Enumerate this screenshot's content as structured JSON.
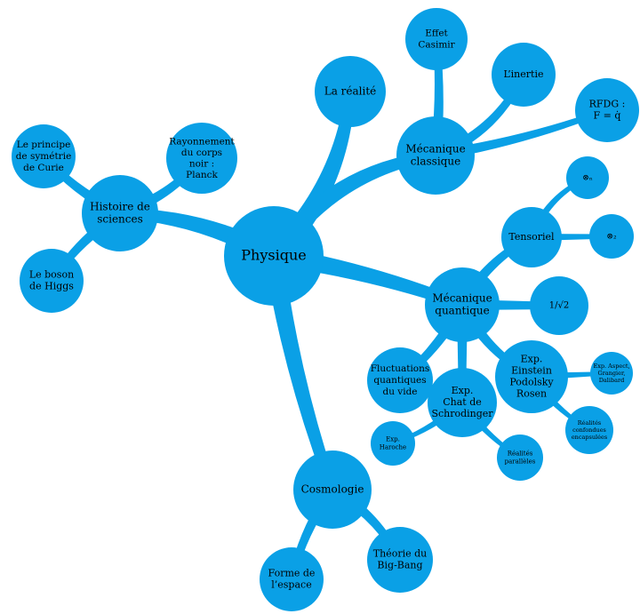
{
  "colors": {
    "node": "#0aa0e6",
    "background": "#ffffff",
    "text": "#000000"
  },
  "mindmap": {
    "root": "Physique",
    "nodes": {
      "physique": [
        "Physique"
      ],
      "realite": [
        "La réalité"
      ],
      "mecanique_classique": [
        "Mécanique",
        "classique"
      ],
      "effet_casimir": [
        "Effet",
        "Casimir"
      ],
      "inertie": [
        "L’inertie"
      ],
      "rfdg": [
        "RFDG :",
        "F = q̇"
      ],
      "histoire": [
        "Histoire de",
        "sciences"
      ],
      "curie": [
        "Le principe",
        "de symétrie",
        "de Curie"
      ],
      "planck": [
        "Rayonnement",
        "du corps",
        "noir :",
        "Planck"
      ],
      "higgs": [
        "Le boson",
        "de Higgs"
      ],
      "mecanique_quantique": [
        "Mécanique",
        "quantique"
      ],
      "tensoriel": [
        "Tensoriel"
      ],
      "otimes_n": [
        "⊗ₙ"
      ],
      "otimes_2": [
        "⊗₂"
      ],
      "one_over_sqrt2": [
        "1/√2"
      ],
      "epr": [
        "Exp.",
        "Einstein",
        "Podolsky",
        "Rosen"
      ],
      "aspect": [
        "Exp. Aspect,",
        "Grangier,",
        "Dalibard"
      ],
      "realites_confondues": [
        "Réalités",
        "confondues",
        "encapsulées"
      ],
      "chat": [
        "Exp.",
        "Chat de",
        "Schrodinger"
      ],
      "haroche": [
        "Exp.",
        "Haroche"
      ],
      "realites_paralleles": [
        "Réalités",
        "parallèles"
      ],
      "fluctuations": [
        "Fluctuations",
        "quantiques",
        "du vide"
      ],
      "cosmologie": [
        "Cosmologie"
      ],
      "forme_espace": [
        "Forme de",
        "l’espace"
      ],
      "big_bang": [
        "Théorie du",
        "Big-Bang"
      ]
    }
  }
}
